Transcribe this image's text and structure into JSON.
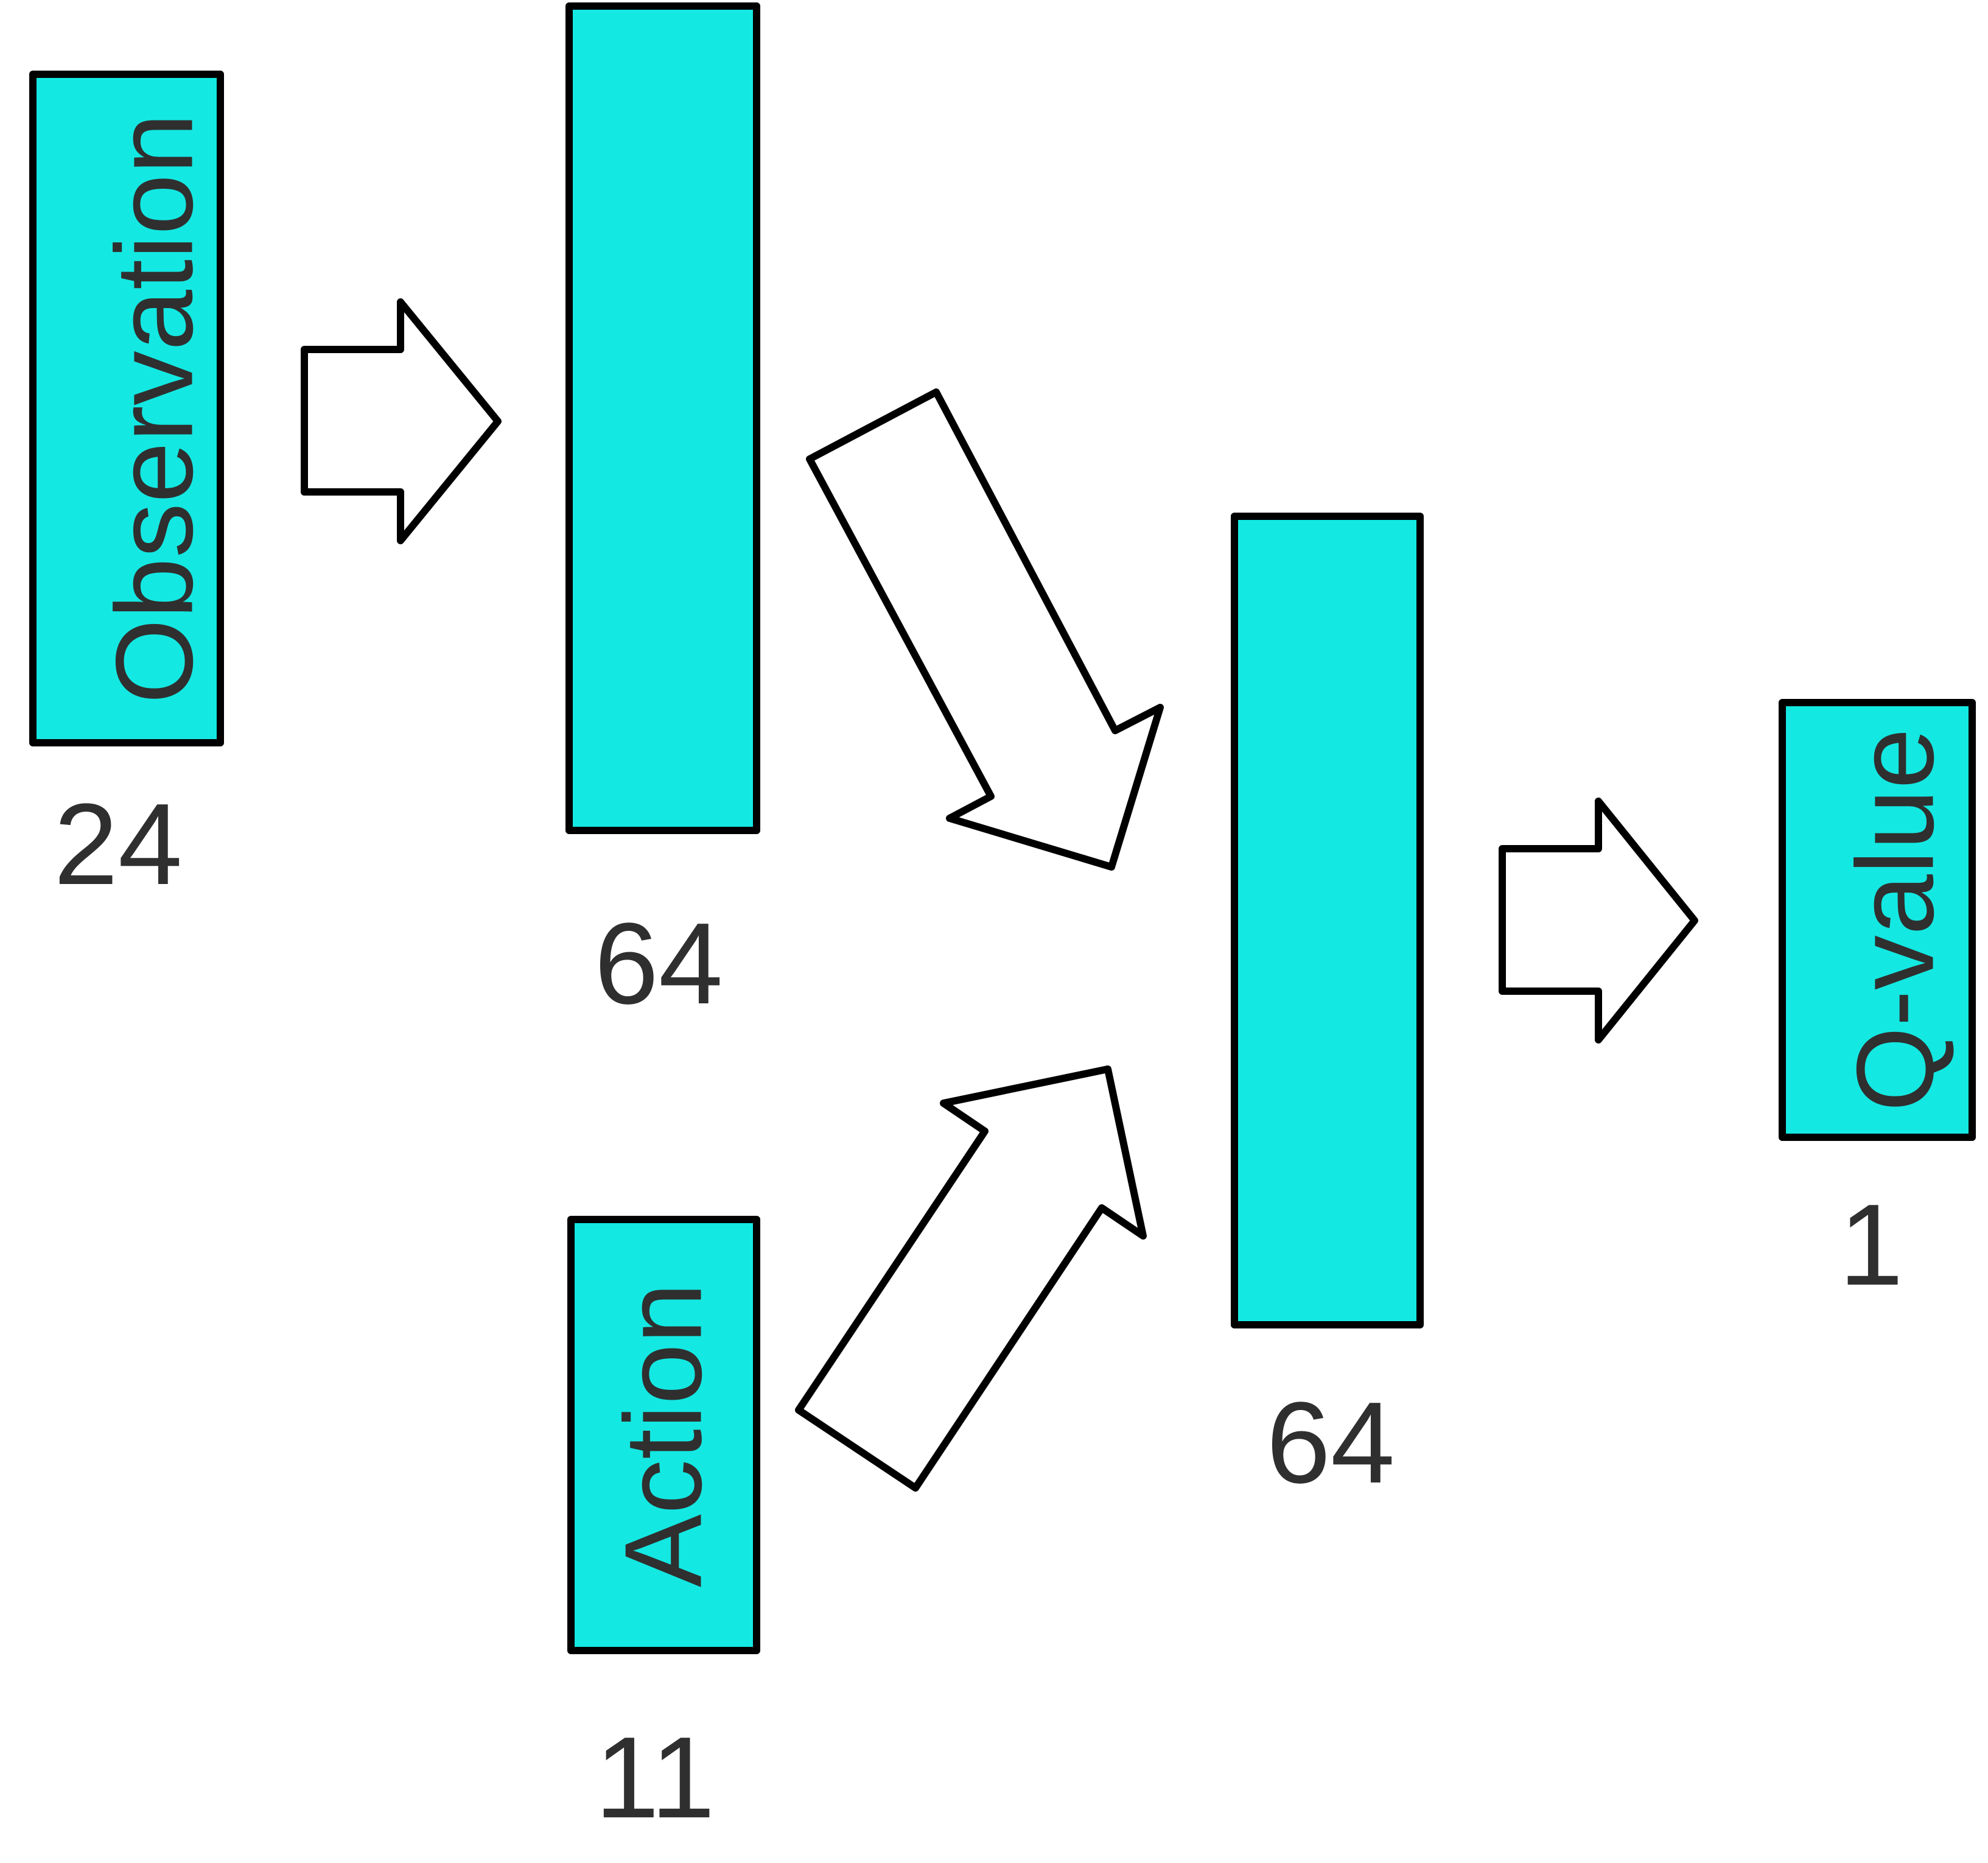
{
  "colors": {
    "layer_fill": "#14e8e2",
    "outline": "#000000",
    "text": "#2f2f2f",
    "arrow_fill": "#ffffff"
  },
  "layers": {
    "observation": {
      "label": "Observation",
      "size": "24"
    },
    "hidden1": {
      "size": "64"
    },
    "action": {
      "label": "Action",
      "size": "11"
    },
    "hidden2": {
      "size": "64"
    },
    "output": {
      "label": "Q-value",
      "size": "1"
    }
  },
  "arrows": [
    {
      "from": "observation",
      "to": "hidden1"
    },
    {
      "from": "hidden1",
      "to": "hidden2"
    },
    {
      "from": "action",
      "to": "hidden2"
    },
    {
      "from": "hidden2",
      "to": "output"
    }
  ]
}
